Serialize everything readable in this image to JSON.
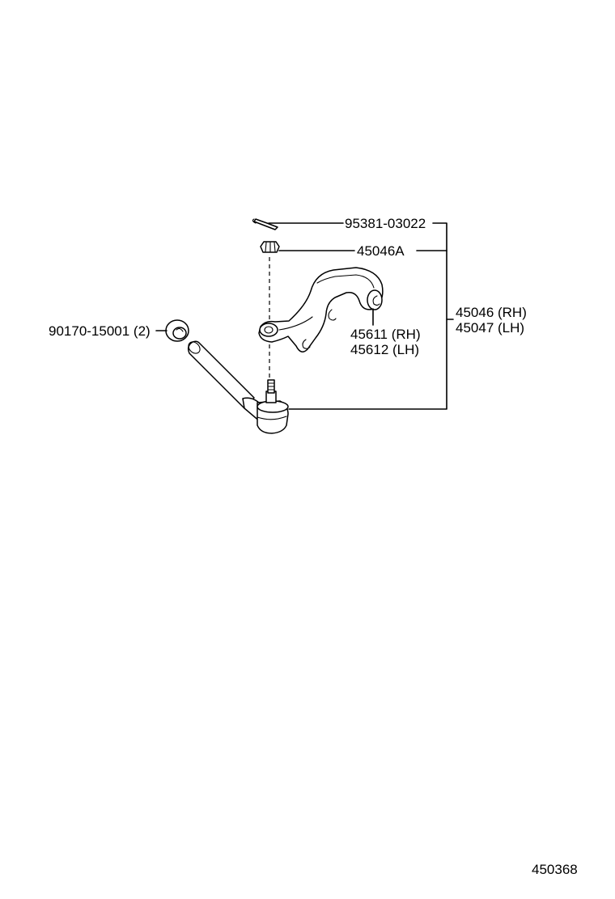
{
  "parts": {
    "cotter_pin": "95381-03022",
    "nut": "45046A",
    "arm_rh": "45611 (RH)",
    "arm_lh": "45612 (LH)",
    "assembly_rh": "45046 (RH)",
    "assembly_lh": "45047 (LH)",
    "clamp": "90170-15001 (2)"
  },
  "figure_number": "450368"
}
